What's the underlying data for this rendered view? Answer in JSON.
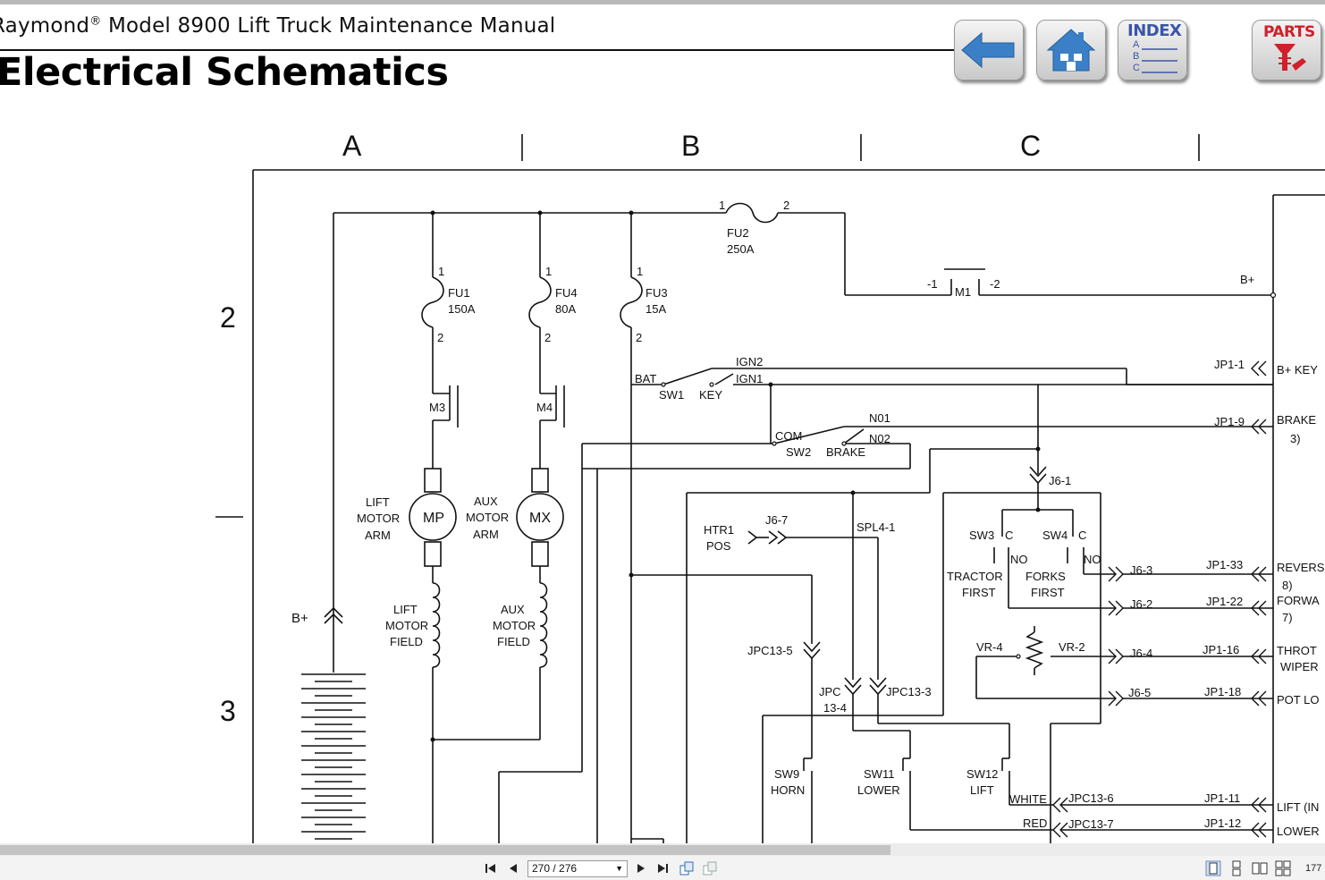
{
  "header": {
    "manual_brand": "Raymond",
    "registered_mark": "®",
    "manual_rest": " Model 8900 Lift Truck Maintenance Manual",
    "page_heading": "Electrical Schematics"
  },
  "nav": {
    "index_label": "INDEX",
    "index_letters": [
      "A",
      "B",
      "C"
    ],
    "parts_label": "PARTS"
  },
  "schematic": {
    "columns": [
      "A",
      "B",
      "C"
    ],
    "rows": [
      "2",
      "3"
    ],
    "labels": [
      {
        "id": "fu2-1",
        "text": "1"
      },
      {
        "id": "fu2-2",
        "text": "2"
      },
      {
        "id": "fu2",
        "text": "FU2"
      },
      {
        "id": "fu2-a",
        "text": "250A"
      },
      {
        "id": "fu1-1",
        "text": "1"
      },
      {
        "id": "fu1",
        "text": "FU1"
      },
      {
        "id": "fu1-a",
        "text": "150A"
      },
      {
        "id": "fu1-2",
        "text": "2"
      },
      {
        "id": "fu4-1",
        "text": "1"
      },
      {
        "id": "fu4",
        "text": "FU4"
      },
      {
        "id": "fu4-a",
        "text": "80A"
      },
      {
        "id": "fu4-2",
        "text": "2"
      },
      {
        "id": "fu3-1",
        "text": "1"
      },
      {
        "id": "fu3",
        "text": "FU3"
      },
      {
        "id": "fu3-a",
        "text": "15A"
      },
      {
        "id": "fu3-2",
        "text": "2"
      },
      {
        "id": "m1-l",
        "text": "-1"
      },
      {
        "id": "m1",
        "text": "M1"
      },
      {
        "id": "m1-r",
        "text": "-2"
      },
      {
        "id": "bplus-top",
        "text": "B+"
      },
      {
        "id": "m3",
        "text": "M3"
      },
      {
        "id": "m4",
        "text": "M4"
      },
      {
        "id": "ign2",
        "text": "IGN2"
      },
      {
        "id": "ign1",
        "text": "IGN1"
      },
      {
        "id": "bat",
        "text": "BAT"
      },
      {
        "id": "sw1",
        "text": "SW1"
      },
      {
        "id": "key",
        "text": "KEY"
      },
      {
        "id": "jp1-1",
        "text": "JP1-1"
      },
      {
        "id": "bkey",
        "text": "B+ KEY"
      },
      {
        "id": "n01",
        "text": "N01"
      },
      {
        "id": "com",
        "text": "COM"
      },
      {
        "id": "n02",
        "text": "N02"
      },
      {
        "id": "sw2",
        "text": "SW2"
      },
      {
        "id": "brake-sw",
        "text": "BRAKE"
      },
      {
        "id": "jp1-9",
        "text": "JP1-9"
      },
      {
        "id": "brake",
        "text": "BRAKE"
      },
      {
        "id": "brake-3",
        "text": "3)"
      },
      {
        "id": "j6-1",
        "text": "J6-1"
      },
      {
        "id": "lift-motor-arm-1",
        "text": "LIFT"
      },
      {
        "id": "lift-motor-arm-2",
        "text": "MOTOR"
      },
      {
        "id": "lift-motor-arm-3",
        "text": "ARM"
      },
      {
        "id": "mp",
        "text": "MP"
      },
      {
        "id": "aux-arm-1",
        "text": "AUX"
      },
      {
        "id": "aux-arm-2",
        "text": "MOTOR"
      },
      {
        "id": "aux-arm-3",
        "text": "ARM"
      },
      {
        "id": "mx",
        "text": "MX"
      },
      {
        "id": "htr1",
        "text": "HTR1"
      },
      {
        "id": "pos",
        "text": "POS"
      },
      {
        "id": "j6-7",
        "text": "J6-7"
      },
      {
        "id": "spl4-1",
        "text": "SPL4-1"
      },
      {
        "id": "sw3",
        "text": "SW3"
      },
      {
        "id": "sw3c",
        "text": "C"
      },
      {
        "id": "sw4",
        "text": "SW4"
      },
      {
        "id": "sw4c",
        "text": "C"
      },
      {
        "id": "sw3no",
        "text": "NO"
      },
      {
        "id": "sw4no",
        "text": "NO"
      },
      {
        "id": "tractor",
        "text": "TRACTOR"
      },
      {
        "id": "first1",
        "text": "FIRST"
      },
      {
        "id": "forks",
        "text": "FORKS"
      },
      {
        "id": "first2",
        "text": "FIRST"
      },
      {
        "id": "j6-3",
        "text": "J6-3"
      },
      {
        "id": "jp1-33",
        "text": "JP1-33"
      },
      {
        "id": "revers",
        "text": "REVERS"
      },
      {
        "id": "rev-8",
        "text": "8)"
      },
      {
        "id": "j6-2",
        "text": "J6-2"
      },
      {
        "id": "jp1-22",
        "text": "JP1-22"
      },
      {
        "id": "forwa",
        "text": "FORWA"
      },
      {
        "id": "fwd-7",
        "text": "7)"
      },
      {
        "id": "lift-field-1",
        "text": "LIFT"
      },
      {
        "id": "lift-field-2",
        "text": "MOTOR"
      },
      {
        "id": "lift-field-3",
        "text": "FIELD"
      },
      {
        "id": "aux-field-1",
        "text": "AUX"
      },
      {
        "id": "aux-field-2",
        "text": "MOTOR"
      },
      {
        "id": "aux-field-3",
        "text": "FIELD"
      },
      {
        "id": "bplus-bat",
        "text": "B+"
      },
      {
        "id": "jpc13-5",
        "text": "JPC13-5"
      },
      {
        "id": "vr4",
        "text": "VR-4"
      },
      {
        "id": "vr2",
        "text": "VR-2"
      },
      {
        "id": "j6-4",
        "text": "J6-4"
      },
      {
        "id": "jp1-16",
        "text": "JP1-16"
      },
      {
        "id": "throt",
        "text": "THROT"
      },
      {
        "id": "wiper",
        "text": "WIPER"
      },
      {
        "id": "jpc",
        "text": "JPC"
      },
      {
        "id": "jpc13-4",
        "text": "13-4"
      },
      {
        "id": "jpc13-3",
        "text": "JPC13-3"
      },
      {
        "id": "j6-5",
        "text": "J6-5"
      },
      {
        "id": "jp1-18",
        "text": "JP1-18"
      },
      {
        "id": "potlo",
        "text": "POT LO"
      },
      {
        "id": "sw9",
        "text": "SW9"
      },
      {
        "id": "horn",
        "text": "HORN"
      },
      {
        "id": "sw11",
        "text": "SW11"
      },
      {
        "id": "lower-sw",
        "text": "LOWER"
      },
      {
        "id": "sw12",
        "text": "SW12"
      },
      {
        "id": "lift-sw",
        "text": "LIFT"
      },
      {
        "id": "white",
        "text": "WHITE"
      },
      {
        "id": "jpc13-6",
        "text": "JPC13-6"
      },
      {
        "id": "jp1-11",
        "text": "JP1-11"
      },
      {
        "id": "liftin",
        "text": "LIFT (IN"
      },
      {
        "id": "red",
        "text": "RED"
      },
      {
        "id": "jpc13-7",
        "text": "JPC13-7"
      },
      {
        "id": "jp1-12",
        "text": "JP1-12"
      },
      {
        "id": "lower",
        "text": "LOWER"
      }
    ]
  },
  "viewer": {
    "page_indicator": "270 / 276",
    "zoom_partial": "177"
  },
  "colors": {
    "nav_blue": "#3b7fc7",
    "parts_red": "#d0202a",
    "index_blue": "#3a56a8"
  },
  "icons": [
    "back-arrow-icon",
    "home-icon",
    "first-page-icon",
    "prev-page-icon",
    "next-page-icon",
    "last-page-icon",
    "page-view-icon"
  ]
}
